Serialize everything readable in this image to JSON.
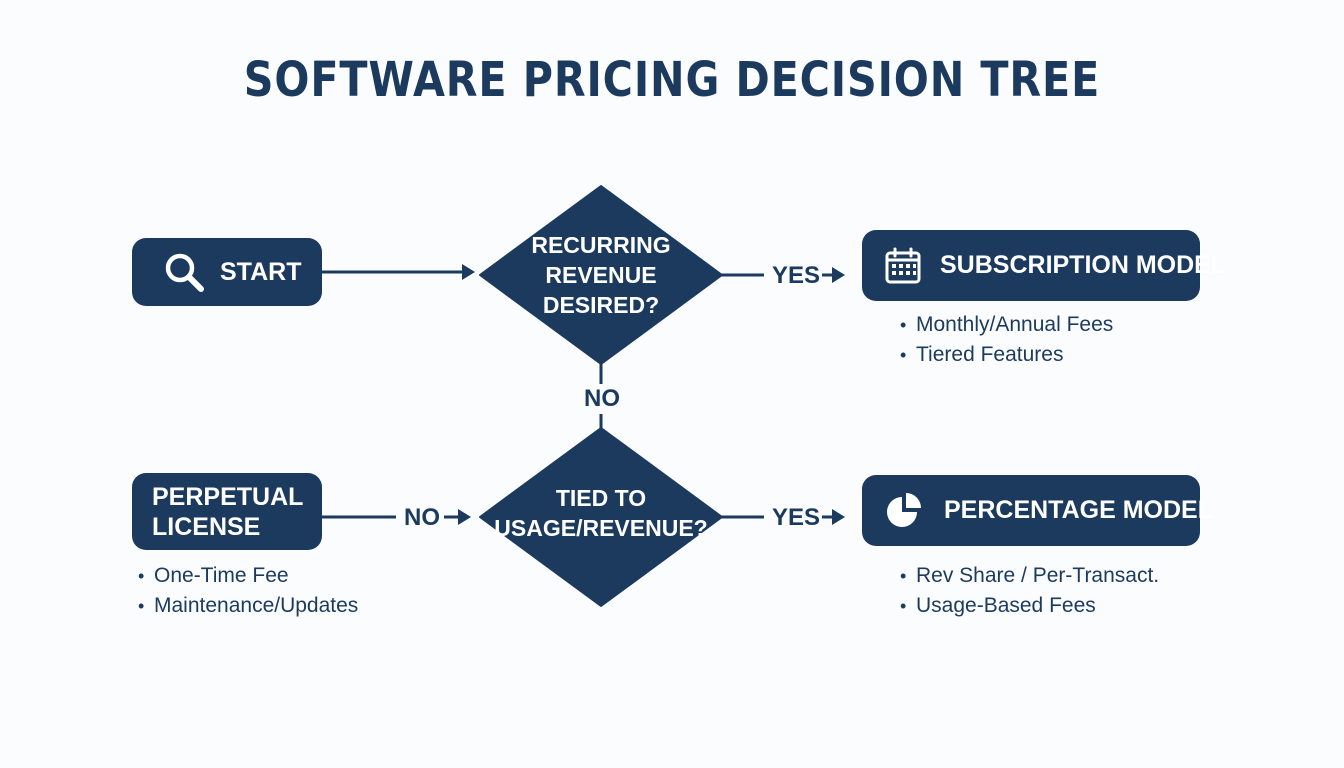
{
  "title": "SOFTWARE PRICING DECISION TREE",
  "colors": {
    "primary": "#1b3a5e",
    "background": "#fbfcfd",
    "text_on_primary": "#ffffff"
  },
  "nodes": {
    "start": {
      "label": "START",
      "icon": "search-icon"
    },
    "question_recurring": {
      "line1": "RECURRING",
      "line2": "REVENUE",
      "line3": "DESIRED?"
    },
    "question_usage": {
      "line1": "TIED TO",
      "line2": "USAGE/REVENUE?"
    },
    "subscription": {
      "label": "SUBSCRIPTION MODEL",
      "icon": "calendar-icon",
      "bullets": [
        "Monthly/Annual Fees",
        "Tiered Features"
      ]
    },
    "percentage": {
      "label": "PERCENTAGE MODEL",
      "icon": "pie-chart-icon",
      "bullets": [
        "Rev Share / Per-Transact.",
        "Usage-Based Fees"
      ]
    },
    "perpetual": {
      "line1": "PERPETUAL",
      "line2": "LICENSE",
      "bullets": [
        "One-Time Fee",
        "Maintenance/Updates"
      ]
    }
  },
  "edges": {
    "recurring_yes": "YES",
    "recurring_no": "NO",
    "usage_yes": "YES",
    "usage_no": "NO"
  }
}
